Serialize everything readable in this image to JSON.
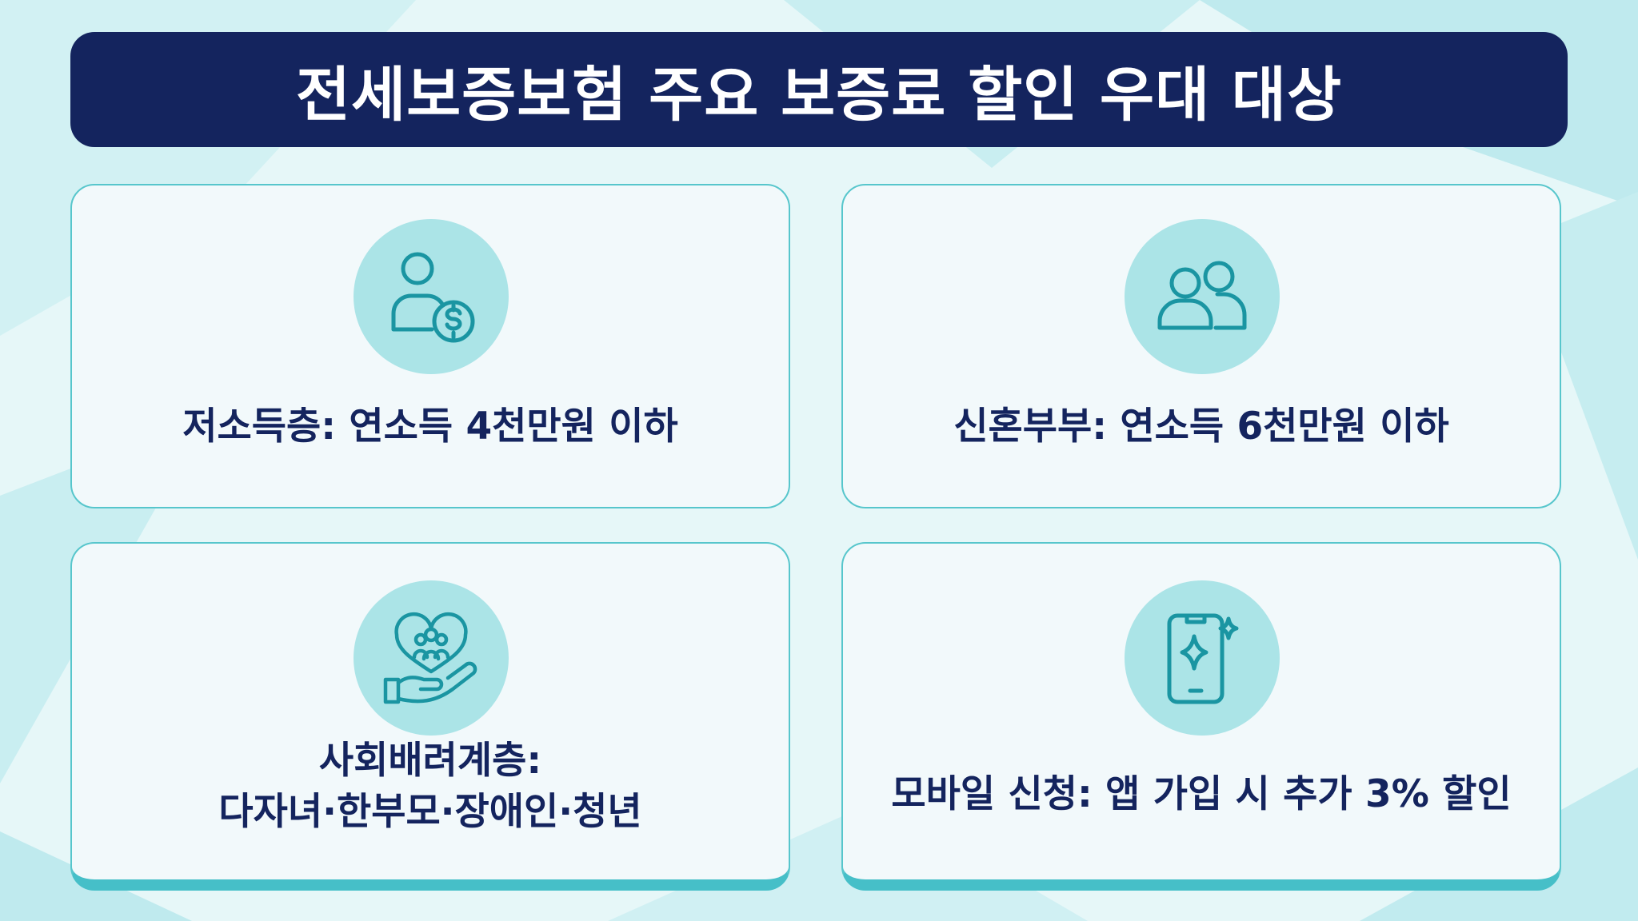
{
  "title": "전세보증보험 주요 보증료 할인 우대 대상",
  "cards": [
    {
      "icon": "person-coin-icon",
      "text": "저소득층: 연소득 4천만원 이하"
    },
    {
      "icon": "couple-icon",
      "text": "신혼부부: 연소득 6천만원 이하"
    },
    {
      "icon": "heart-hand-family-icon",
      "line1": "사회배려계층:",
      "line2": "다자녀·한부모·장애인·청년"
    },
    {
      "icon": "smartphone-sparkle-icon",
      "text": "모바일 신청: 앱 가입 시 추가 3% 할인"
    }
  ],
  "colors": {
    "navy": "#14245e",
    "teal": "#1a95a2",
    "circle": "#abe4e7",
    "border": "#57c6cc"
  }
}
